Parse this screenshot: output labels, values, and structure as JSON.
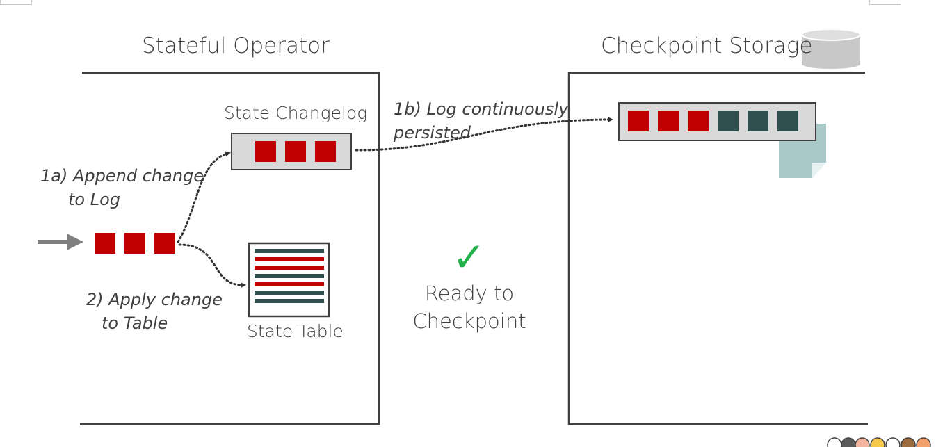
{
  "titles": {
    "stateful_operator": "Stateful Operator",
    "checkpoint_storage": "Checkpoint Storage"
  },
  "labels": {
    "state_changelog": "State Changelog",
    "state_table": "State Table",
    "log_persisted_line1": "1b) Log continuously",
    "log_persisted_line2": "persisted",
    "append_line1": "1a) Append change",
    "append_line2": "to Log",
    "apply_line1": "2) Apply change",
    "apply_line2": "to Table"
  },
  "status": {
    "check_glyph": "✓",
    "ready_line1": "Ready to",
    "ready_line2": "Checkpoint"
  },
  "colors": {
    "change_red": "#c00000",
    "persisted_teal": "#2f4f4f",
    "log_box_fill": "#d9d9d9",
    "file_icon": "#a9c8c8",
    "database_icon": "#c8c8c8",
    "check_green": "#22b04a",
    "arrow_grey": "#7f7f7f"
  }
}
